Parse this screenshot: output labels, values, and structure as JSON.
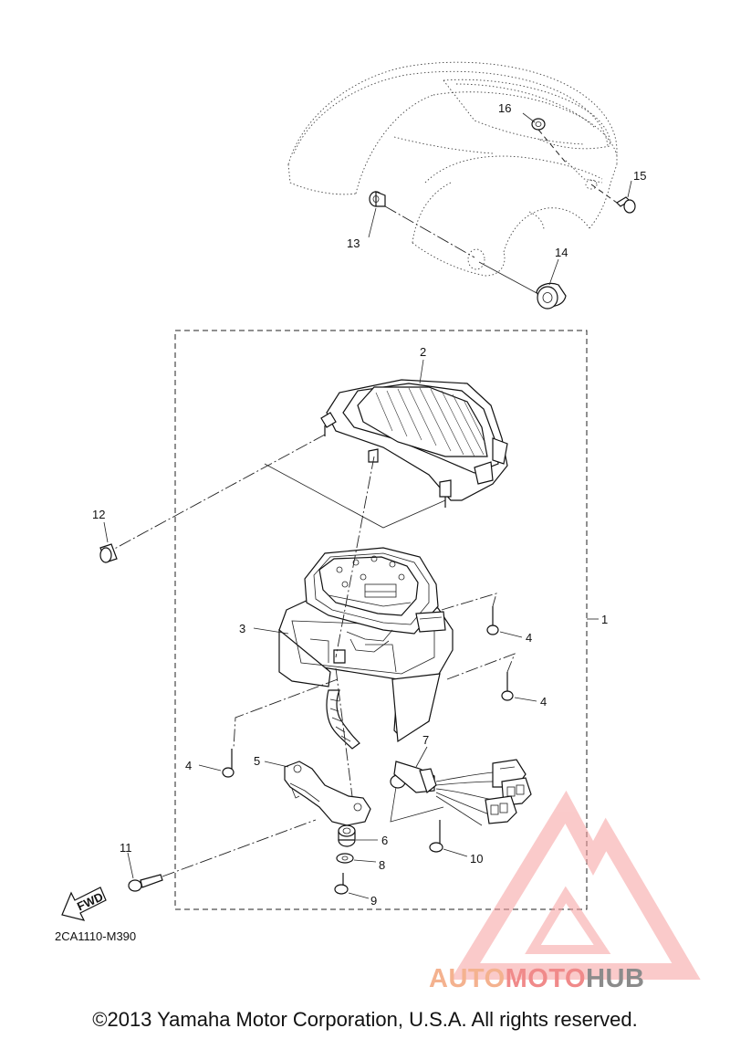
{
  "diagram": {
    "part_numbers": [
      "1",
      "2",
      "3",
      "4",
      "4",
      "4",
      "5",
      "6",
      "7",
      "8",
      "9",
      "10",
      "11",
      "12",
      "13",
      "14",
      "15",
      "16"
    ],
    "fwd_label": "FWD",
    "drawing_code": "2CA1110-M390"
  },
  "watermark": {
    "brand_part1": "AUTO",
    "brand_part2": "MOTO",
    "brand_part3": "HUB",
    "colors": {
      "auto": "#f4b28f",
      "moto": "#f08a8a",
      "hub": "#8b8b8b",
      "logo": "#f6a0a0"
    }
  },
  "footer": {
    "copyright": "©2013 Yamaha Motor Corporation, U.S.A. All rights reserved."
  }
}
